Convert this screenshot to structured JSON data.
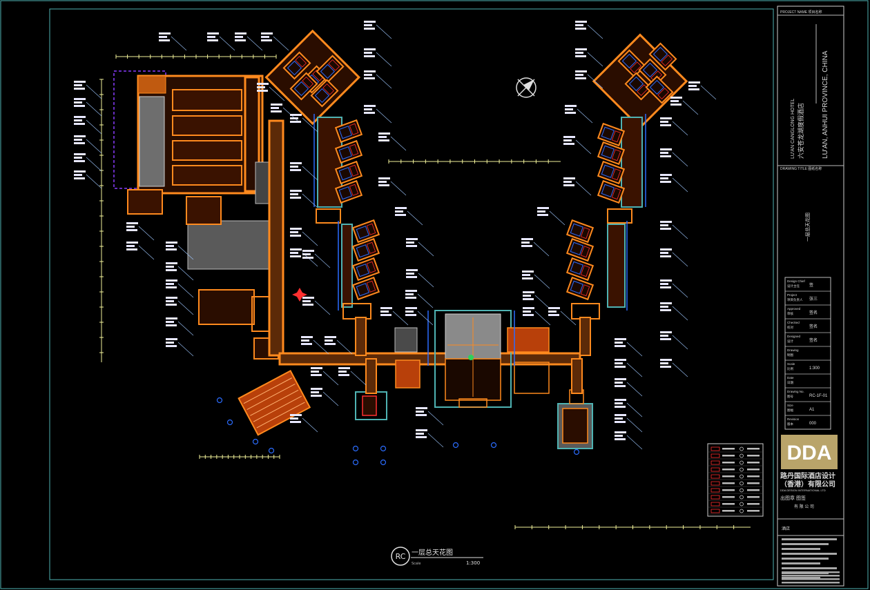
{
  "plan": {
    "title": "一层总天花图",
    "scale_label": "Scale",
    "scale": "1:300",
    "symbol": "RC",
    "north_symbol": "north-arrow"
  },
  "title_block": {
    "project_hdr": "PROJECT NAME 项目名称",
    "project_name_en": "LU'AN CANGLONG HOTEL",
    "project_name_cn": "六安苍龙湖度假酒店",
    "location": "LU'AN, ANHUI PROVINCE, CHINA",
    "drawing_title_hdr": "DRAWING TITLE 图纸名称",
    "drawing_title": "一层总天花图",
    "rows": [
      {
        "label": "Design Chief\n设计主任",
        "value": "签"
      },
      {
        "label": "Project\n项目负责人",
        "value": "张三"
      },
      {
        "label": "Approved\n审核",
        "value": "签名"
      },
      {
        "label": "Checked\n校对",
        "value": "签名"
      },
      {
        "label": "Designed\n设计",
        "value": "签名"
      },
      {
        "label": "Drawing\n制图",
        "value": ""
      },
      {
        "label": "Scale\n比例",
        "value": "1:300"
      },
      {
        "label": "Date\n日期",
        "value": ""
      },
      {
        "label": "Drawing No.\n图号",
        "value": "RC-1F-01"
      },
      {
        "label": "Size\n图幅",
        "value": "A1"
      },
      {
        "label": "Revision\n版本",
        "value": "000"
      }
    ],
    "company_logo": "DDA",
    "company_cn_line1": "路丹国际酒店设计",
    "company_cn_line2": "（香港）有限公司",
    "company_en": "DDA DESIGN INTERNATIONAL LTD",
    "stamp_label": "出图章 图签",
    "stamp_company": "有 限 公 司",
    "hotel_label": "酒店"
  },
  "colors": {
    "frame": "#4fb3b3",
    "wall": "#ff8a1e",
    "column": "#e86d10",
    "glass": "#2b6cff",
    "accent": "#ff3030",
    "lead": "#9ec7ff",
    "label": "#e8e8ff",
    "floor": "#9c9c9c"
  }
}
